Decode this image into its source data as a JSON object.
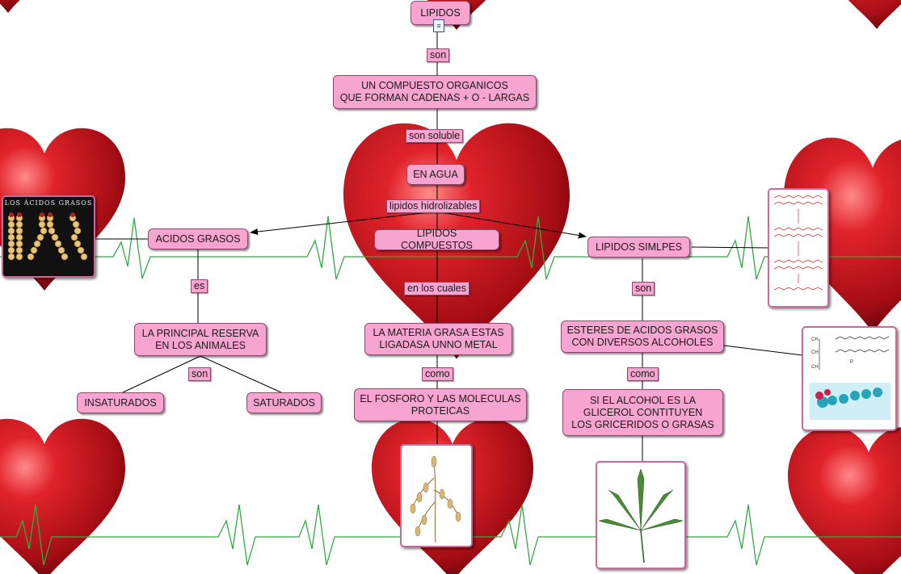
{
  "nodes": {
    "lipidos": "LIPIDOS",
    "compuesto": "UN COMPUESTO ORGANICOS\nQUE FORMAN CADENAS + O - LARGAS",
    "en_agua": "EN AGUA",
    "acidos_grasos": "ACIDOS GRASOS",
    "lipidos_compuestos": "LIPIDOS COMPUESTOS",
    "lipidos_simples": "LIPIDOS SIMLPES",
    "reserva": "LA PRINCIPAL RESERVA\nEN LOS ANIMALES",
    "materia_grasa": "LA MATERIA GRASA ESTAS\nLIGADASA UNNO METAL",
    "esteres": "ESTERES DE ACIDOS GRASOS\nCON DIVERSOS ALCOHOLES",
    "insaturados": "INSATURADOS",
    "saturados": "SATURADOS",
    "fosforo": "EL FOSFORO Y LAS MOLECULAS\nPROTEICAS",
    "glicerol": "SI EL ALCOHOL ES LA\nGLICEROL CONTITUYEN\nLOS GRICERIDOS O GRASAS"
  },
  "links": {
    "son_1": "son",
    "son_soluble": "son soluble",
    "lipidos_hidrolizables": "lipidos hidrolizables",
    "es": "es",
    "en_los_cuales": "en los cuales",
    "son_2": "son",
    "son_3": "son",
    "como_1": "como",
    "como_2": "como"
  },
  "images": {
    "acidos_title": "LOS ÁCIDOS GRASOS"
  },
  "colors": {
    "node_fill": "#f7a4d0",
    "heart": "#c0141c",
    "ecg_line": "#33aa44"
  }
}
